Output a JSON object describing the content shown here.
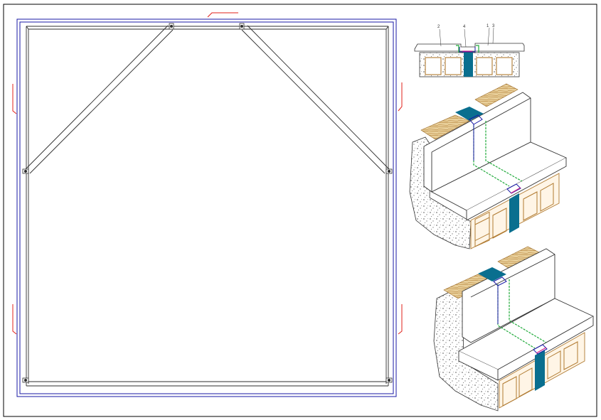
{
  "colors": {
    "background": "#ffffff",
    "border": "#000000",
    "frame_outer": "#1a1aa6",
    "frame_inner": "#3a3a3a",
    "section_marks": "#e0201a",
    "wood": "#c08a3e",
    "wood_light": "#e8cf9a",
    "membrane": "#0a6f8f",
    "seal_green": "#1faa3a",
    "profile_blue": "#1a1aa6",
    "accent_magenta": "#d0208a",
    "concrete_dots": "#555555"
  },
  "detail": {
    "callouts": [
      "2",
      "4",
      "1",
      "3"
    ]
  }
}
